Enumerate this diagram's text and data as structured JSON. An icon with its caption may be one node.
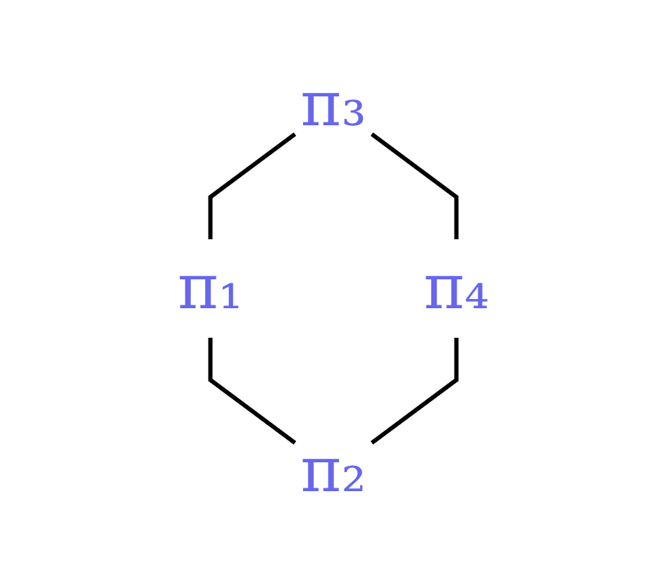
{
  "diagram": {
    "nodes": [
      {
        "text": [
          "π₃"
        ]
      },
      {
        "text": [
          "π₁"
        ]
      },
      {
        "text": [
          "π₄"
        ]
      },
      {
        "text": [
          "π₂"
        ]
      }
    ],
    "edges": [
      {
        "from": 0,
        "to": 1,
        "arrow": "none"
      },
      {
        "from": 0,
        "to": 2,
        "arrow": "none"
      },
      {
        "from": 1,
        "to": 3,
        "arrow": "none"
      },
      {
        "from": 2,
        "to": 3,
        "arrow": "none"
      }
    ]
  }
}
